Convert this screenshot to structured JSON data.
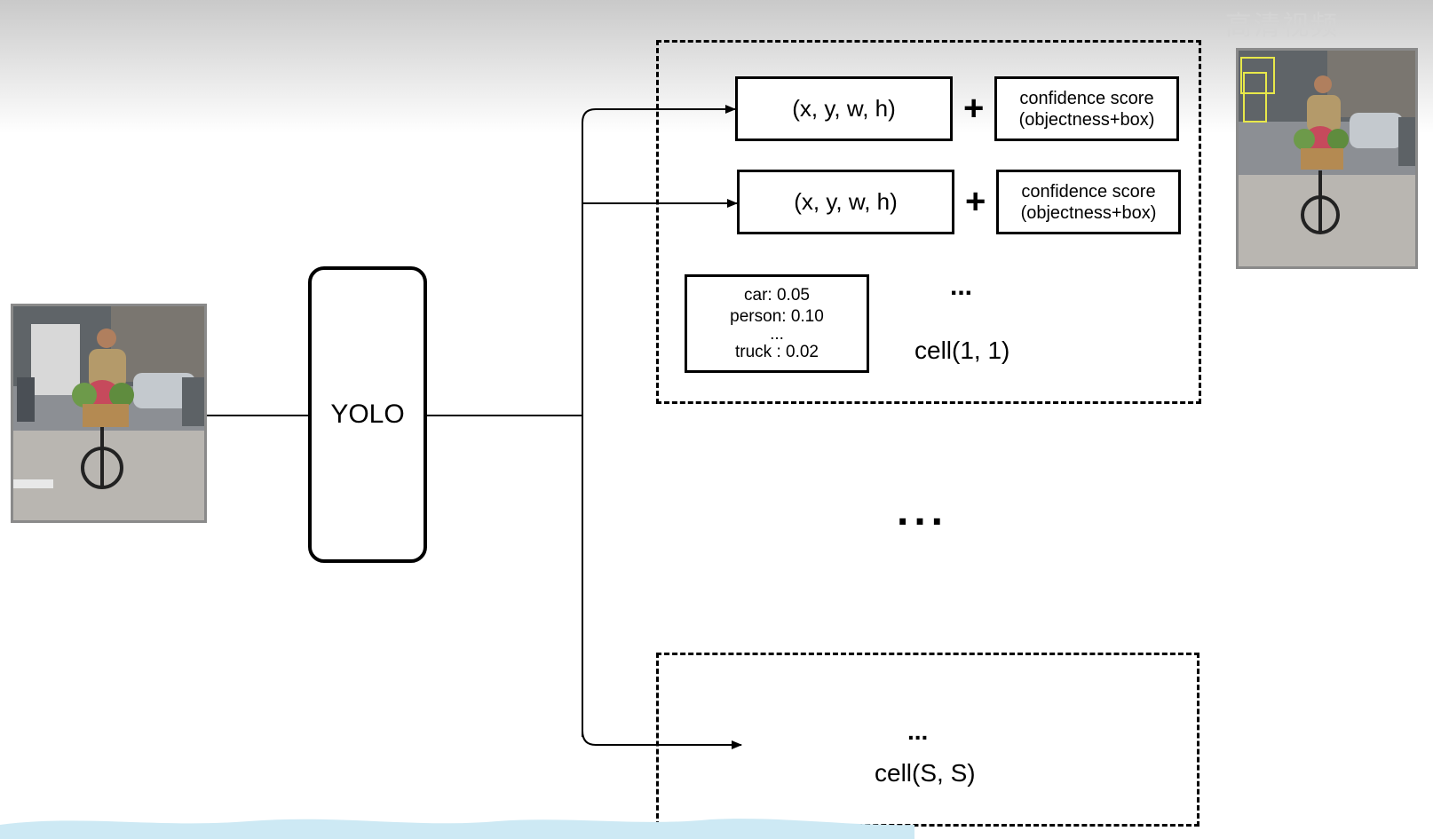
{
  "model": {
    "label": "YOLO"
  },
  "cell_1_1": {
    "boxes": [
      {
        "coords": "(x, y, w, h)",
        "plus": "+",
        "confidence_line1": "confidence score",
        "confidence_line2": "(objectness+box)"
      },
      {
        "coords": "(x, y, w, h)",
        "plus": "+",
        "confidence_line1": "confidence score",
        "confidence_line2": "(objectness+box)"
      }
    ],
    "class_probs": [
      "car: 0.05",
      "person: 0.10",
      "...",
      "truck : 0.02"
    ],
    "ellipsis": "...",
    "label": "cell(1, 1)"
  },
  "middle_ellipsis": "...",
  "cell_S_S": {
    "ellipsis": "...",
    "label": "cell(S, S)"
  },
  "watermark": "高清视频",
  "colors": {
    "stroke": "#000000",
    "photo_border": "#8a8a8a",
    "detection_box": "#e8e84a",
    "bottom_wave": "#cde9f4"
  }
}
